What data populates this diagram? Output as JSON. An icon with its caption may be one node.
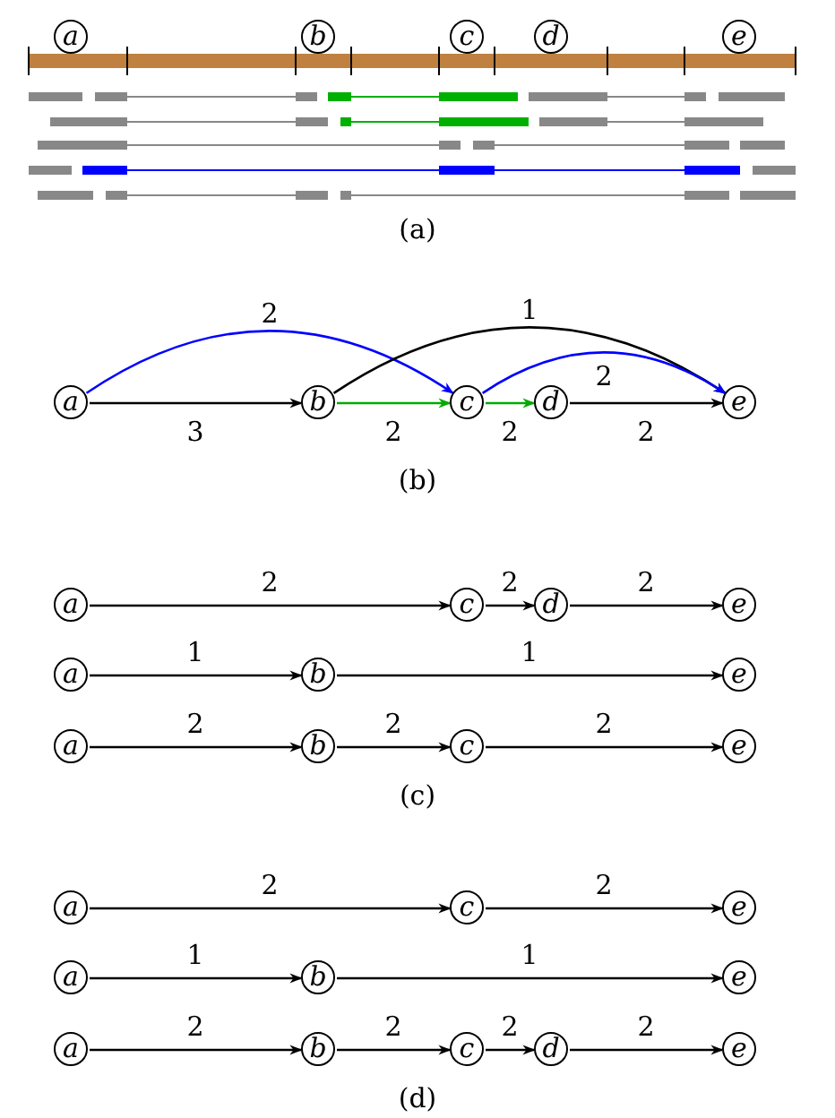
{
  "diagram": {
    "nodes": [
      {
        "text": [
          "a"
        ]
      },
      {
        "text": [
          "b"
        ]
      },
      {
        "text": [
          "c"
        ]
      },
      {
        "text": [
          "d"
        ]
      },
      {
        "text": [
          "e"
        ]
      },
      {
        "text": [
          "a"
        ]
      },
      {
        "text": [
          "b"
        ]
      },
      {
        "text": [
          "c"
        ]
      },
      {
        "text": [
          "d"
        ]
      },
      {
        "text": [
          "e"
        ]
      },
      {
        "text": [
          "a"
        ]
      },
      {
        "text": [
          "c"
        ]
      },
      {
        "text": [
          "d"
        ]
      },
      {
        "text": [
          "e"
        ]
      },
      {
        "text": [
          "a"
        ]
      },
      {
        "text": [
          "b"
        ]
      },
      {
        "text": [
          "e"
        ]
      },
      {
        "text": [
          "a"
        ]
      },
      {
        "text": [
          "b"
        ]
      },
      {
        "text": [
          "c"
        ]
      },
      {
        "text": [
          "e"
        ]
      },
      {
        "text": [
          "a"
        ]
      },
      {
        "text": [
          "c"
        ]
      },
      {
        "text": [
          "e"
        ]
      },
      {
        "text": [
          "a"
        ]
      },
      {
        "text": [
          "b"
        ]
      },
      {
        "text": [
          "e"
        ]
      },
      {
        "text": [
          "a"
        ]
      },
      {
        "text": [
          "b"
        ]
      },
      {
        "text": [
          "c"
        ]
      },
      {
        "text": [
          "d"
        ]
      },
      {
        "text": [
          "e"
        ]
      }
    ],
    "edges": [
      {
        "from": 5,
        "to": 6,
        "arrow": "to",
        "label": "3"
      },
      {
        "from": 5,
        "to": 7,
        "arrow": "to",
        "label": "2",
        "color": "#0000ff"
      },
      {
        "from": 6,
        "to": 7,
        "arrow": "to",
        "label": "2",
        "color": "#00aa00"
      },
      {
        "from": 6,
        "to": 9,
        "arrow": "to",
        "label": "1"
      },
      {
        "from": 7,
        "to": 8,
        "arrow": "to",
        "label": "2",
        "color": "#00aa00"
      },
      {
        "from": 7,
        "to": 9,
        "arrow": "to",
        "label": "2",
        "color": "#0000ff"
      },
      {
        "from": 8,
        "to": 9,
        "arrow": "to",
        "label": "2"
      },
      {
        "from": 10,
        "to": 11,
        "arrow": "to",
        "label": "2"
      },
      {
        "from": 11,
        "to": 12,
        "arrow": "to",
        "label": "2"
      },
      {
        "from": 12,
        "to": 13,
        "arrow": "to",
        "label": "2"
      },
      {
        "from": 14,
        "to": 15,
        "arrow": "to",
        "label": "1"
      },
      {
        "from": 15,
        "to": 16,
        "arrow": "to",
        "label": "1"
      },
      {
        "from": 17,
        "to": 18,
        "arrow": "to",
        "label": "2"
      },
      {
        "from": 18,
        "to": 19,
        "arrow": "to",
        "label": "2"
      },
      {
        "from": 19,
        "to": 20,
        "arrow": "to",
        "label": "2"
      },
      {
        "from": 21,
        "to": 22,
        "arrow": "to",
        "label": "2"
      },
      {
        "from": 22,
        "to": 23,
        "arrow": "to",
        "label": "2"
      },
      {
        "from": 24,
        "to": 25,
        "arrow": "to",
        "label": "1"
      },
      {
        "from": 25,
        "to": 26,
        "arrow": "to",
        "label": "1"
      },
      {
        "from": 27,
        "to": 28,
        "arrow": "to",
        "label": "2"
      },
      {
        "from": 28,
        "to": 29,
        "arrow": "to",
        "label": "2"
      },
      {
        "from": 29,
        "to": 30,
        "arrow": "to",
        "label": "2"
      },
      {
        "from": 30,
        "to": 31,
        "arrow": "to",
        "label": "2"
      }
    ],
    "labels": [
      "(a)",
      "(b)",
      "(c)",
      "(d)"
    ]
  }
}
